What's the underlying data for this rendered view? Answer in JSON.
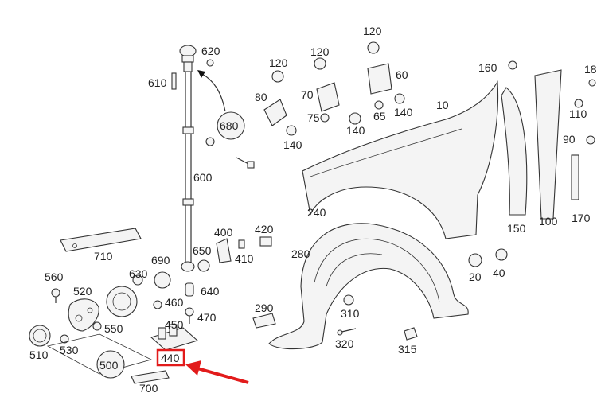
{
  "diagram": {
    "labels": {
      "l620": "620",
      "l610": "610",
      "l680": "680",
      "l600": "600",
      "l710": "710",
      "l690": "690",
      "l630": "630",
      "l560": "560",
      "l520": "520",
      "l550": "550",
      "l510": "510",
      "l530": "530",
      "l500": "500",
      "l700": "700",
      "l460": "460",
      "l450": "450",
      "l440": "440",
      "l470": "470",
      "l640": "640",
      "l400": "400",
      "l650": "650",
      "l410": "410",
      "l420": "420",
      "l280": "280",
      "l290": "290",
      "l310": "310",
      "l320": "320",
      "l315": "315",
      "l20": "20",
      "l40": "40",
      "l150": "150",
      "l100": "100",
      "l170": "170",
      "l90": "90",
      "l110": "110",
      "l18": "18",
      "l160": "160",
      "l10": "10",
      "l240": "240",
      "l120a": "120",
      "l120b": "120",
      "l120c": "120",
      "l60": "60",
      "l80": "80",
      "l70": "70",
      "l75": "75",
      "l140a": "140",
      "l140b": "140",
      "l140c": "140",
      "l65": "65"
    },
    "highlight": {
      "color": "#e21b1b",
      "target_label": "440"
    }
  }
}
